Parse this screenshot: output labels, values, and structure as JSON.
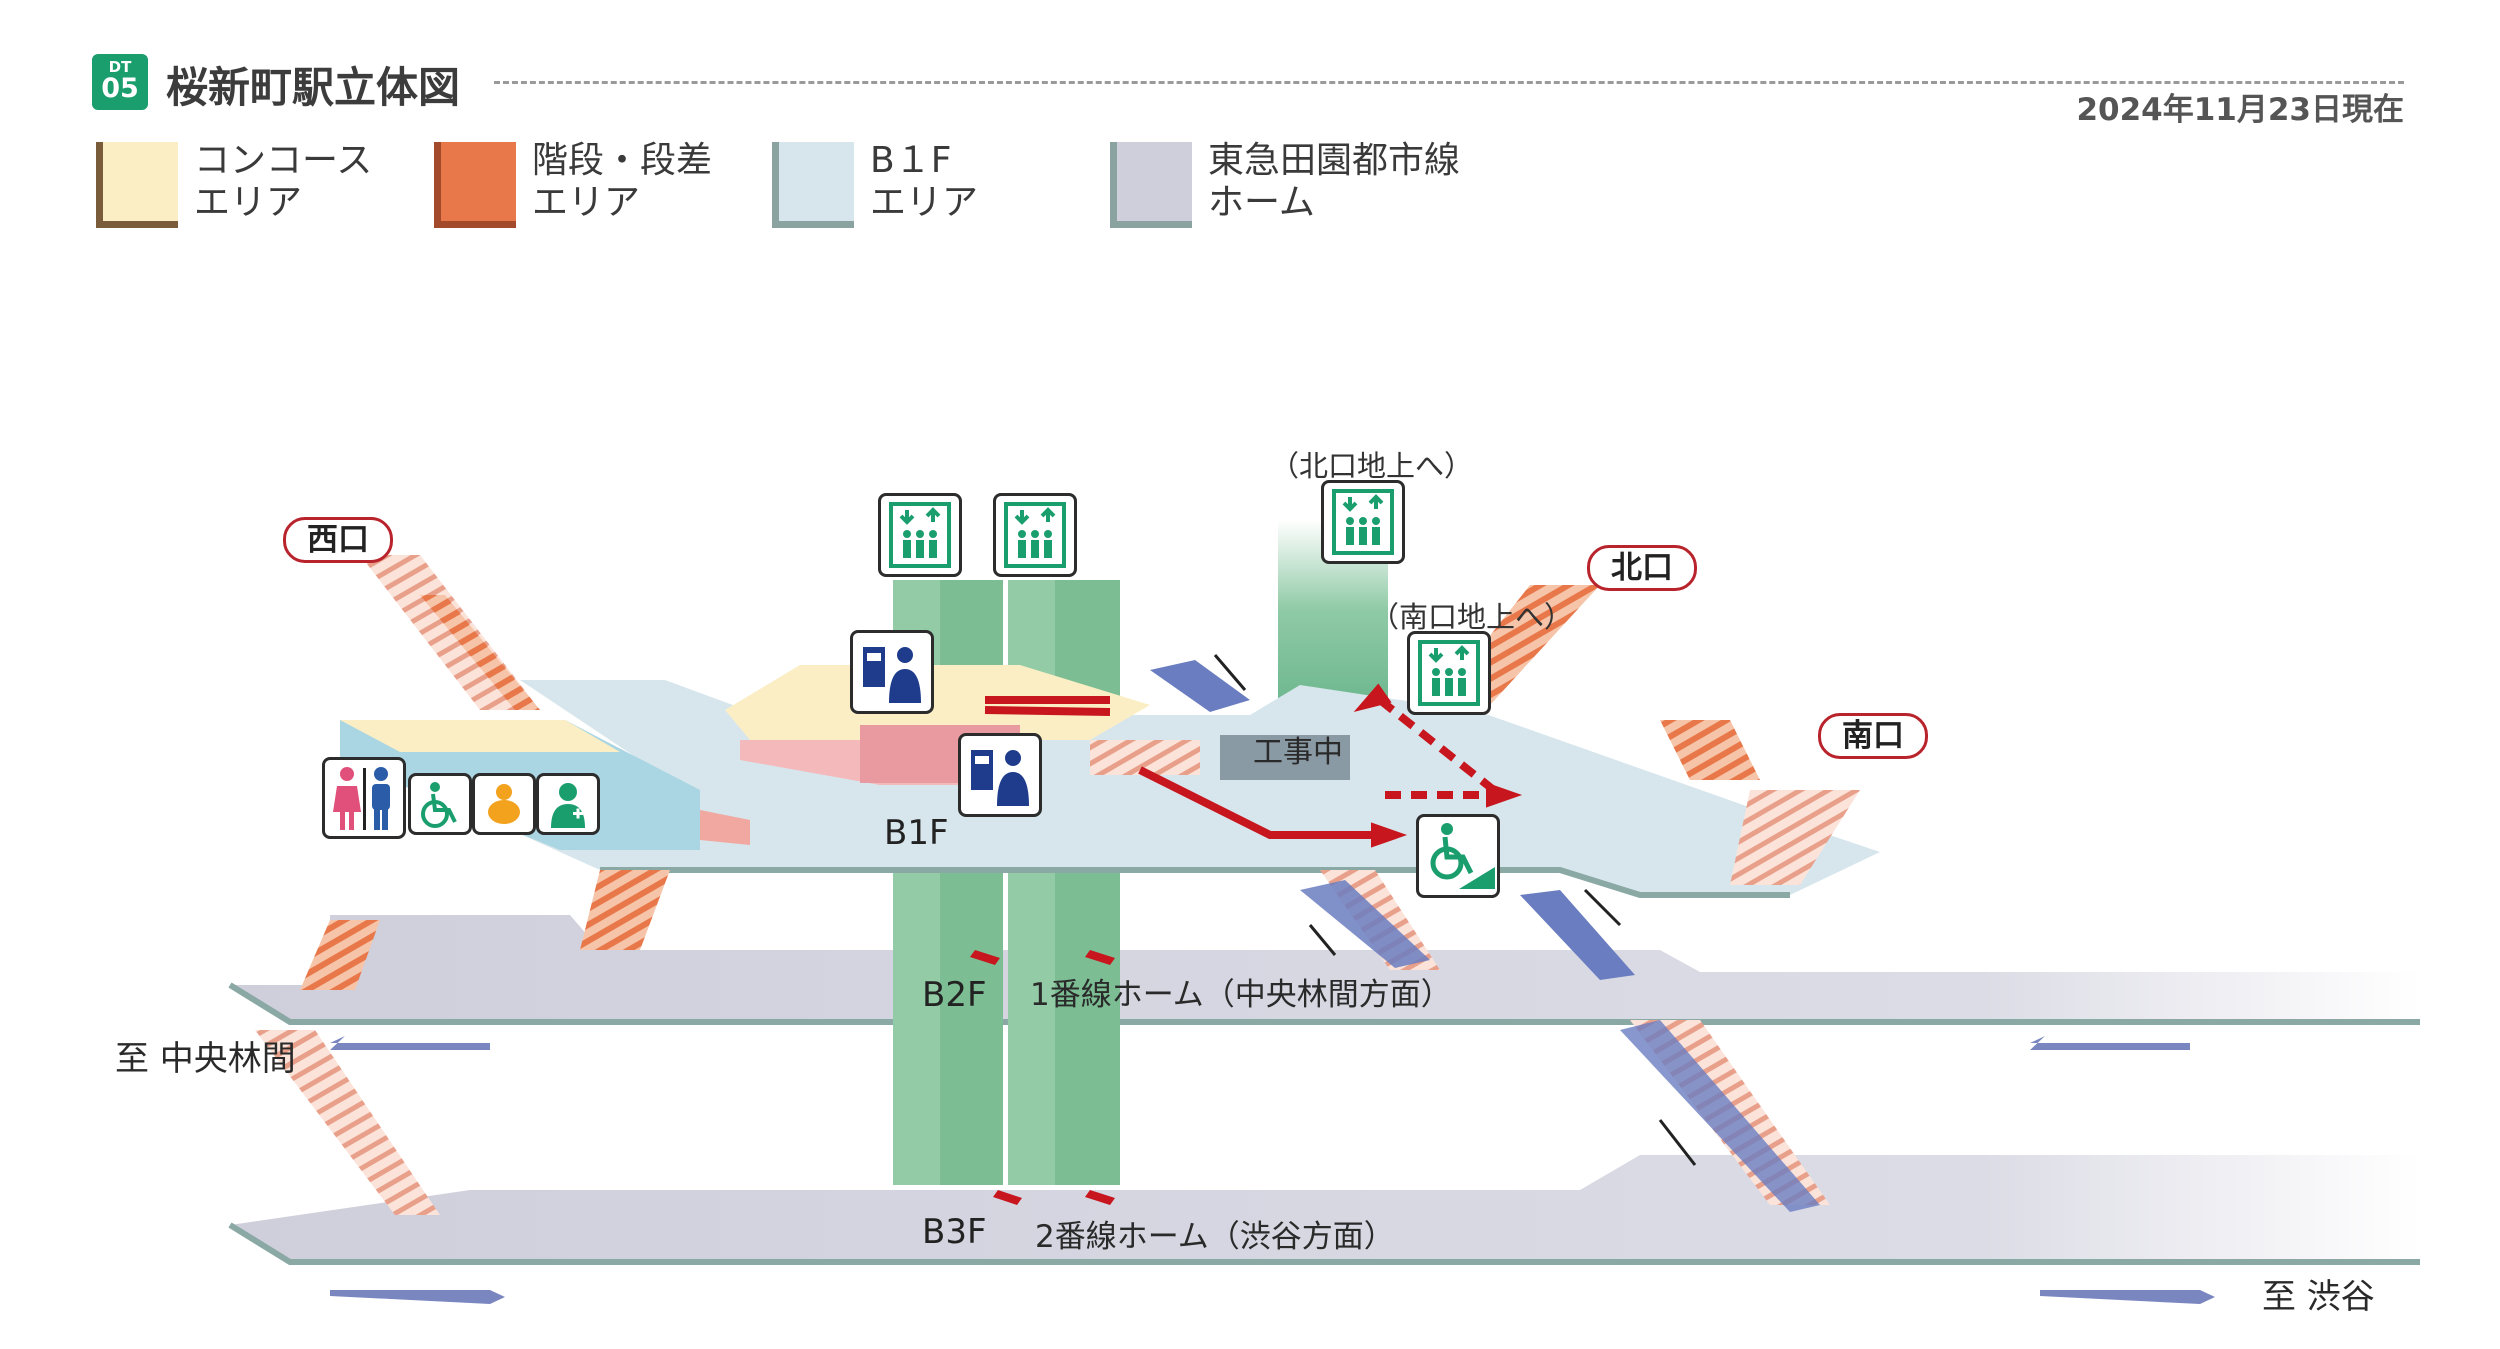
{
  "header": {
    "station_code": "DT",
    "station_number": "05",
    "title": "桜新町駅立体図",
    "as_of": "2024年11月23日現在"
  },
  "legend": [
    {
      "line1": "コンコース",
      "line2": "エリア",
      "color": "#fbeec5",
      "edge": "#7a5c3a"
    },
    {
      "line1": "階段・段差",
      "line2": "エリア",
      "color": "#e8784a",
      "edge": "#a34a2a"
    },
    {
      "line1": "B１F",
      "line2": "エリア",
      "color": "#d7e6ec",
      "edge": "#8aa3a0"
    },
    {
      "line1": "東急田園都市線",
      "line2": "ホーム",
      "color": "#cfcfdc",
      "edge": "#8aa3a0"
    }
  ],
  "map": {
    "exits": {
      "west": "西口",
      "north": "北口",
      "south": "南口"
    },
    "elevator_notes": {
      "to_north": "（北口地上へ）",
      "to_south": "（南口地上へ）"
    },
    "construction": "工事中",
    "floors": {
      "b1": "B1F",
      "b2": "B2F",
      "b3": "B3F"
    },
    "platforms": {
      "platform1": "1番線ホーム（中央林間方面）",
      "platform2": "2番線ホーム（渋谷方面）"
    },
    "directions": {
      "to_west": "至 中央林間",
      "to_east": "至 渋谷"
    },
    "icons": [
      "restroom-icon",
      "accessible-restroom-icon",
      "baby-care-icon",
      "first-aid-icon",
      "elevator-icon",
      "ticket-office-icon",
      "wheelchair-ramp-icon"
    ]
  }
}
